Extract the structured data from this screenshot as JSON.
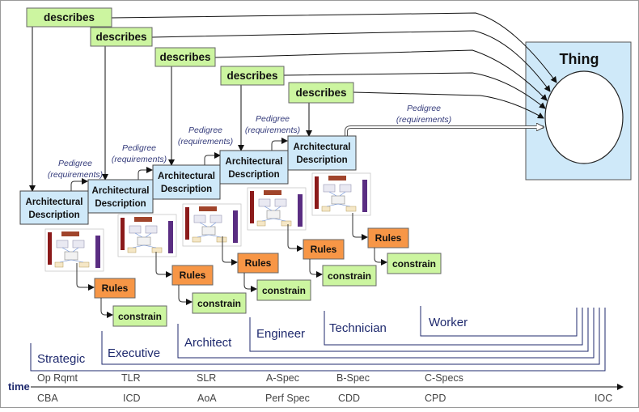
{
  "thing": {
    "label": "Thing"
  },
  "describes": [
    {
      "label": "describes"
    },
    {
      "label": "describes"
    },
    {
      "label": "describes"
    },
    {
      "label": "describes"
    },
    {
      "label": "describes"
    }
  ],
  "architectural_descriptions": [
    {
      "line1": "Architectural",
      "line2": "Description"
    },
    {
      "line1": "Architectural",
      "line2": "Description"
    },
    {
      "line1": "Architectural",
      "line2": "Description"
    },
    {
      "line1": "Architectural",
      "line2": "Description"
    },
    {
      "line1": "Architectural",
      "line2": "Description"
    }
  ],
  "pedigree": [
    {
      "line1": "Pedigree",
      "line2": "(requirements)"
    },
    {
      "line1": "Pedigree",
      "line2": "(requirements)"
    },
    {
      "line1": "Pedigree",
      "line2": "(requirements)"
    },
    {
      "line1": "Pedigree",
      "line2": "(requirements)"
    },
    {
      "line1": "Pedigree",
      "line2": "(requirements)"
    }
  ],
  "rules_label": "Rules",
  "constrain_label": "constrain",
  "roles": [
    "Strategic",
    "Executive",
    "Architect",
    "Engineer",
    "Technician",
    "Worker"
  ],
  "timeline": {
    "axis_label": "time",
    "top": [
      "Op Rqmt",
      "TLR",
      "SLR",
      "A-Spec",
      "B-Spec",
      "C-Specs"
    ],
    "bottom": [
      "CBA",
      "ICD",
      "AoA",
      "Perf Spec",
      "CDD",
      "CPD",
      "IOC"
    ]
  },
  "colors": {
    "describes_fill": "#ccf5a0",
    "arch_fill": "#cfe9f9",
    "thing_fill": "#cfe9f9",
    "rules_fill": "#f79646",
    "constrain_fill": "#ccf5a0",
    "role_text": "#1f2a6e"
  }
}
